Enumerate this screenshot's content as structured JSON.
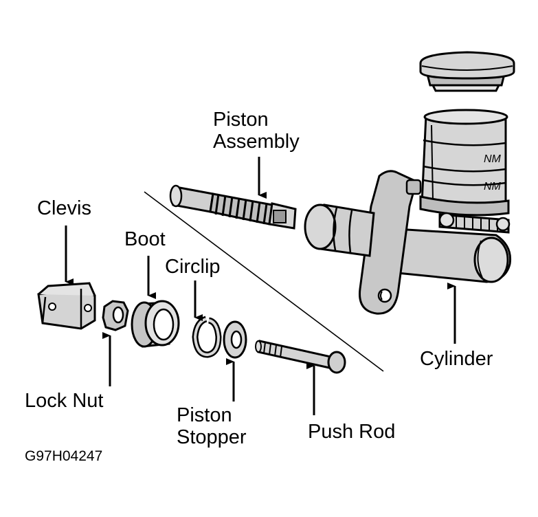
{
  "labels": {
    "piston_assembly": [
      "Piston",
      "Assembly"
    ],
    "clevis": "Clevis",
    "boot": "Boot",
    "circlip": "Circlip",
    "cylinder": "Cylinder",
    "lock_nut": "Lock Nut",
    "piston_stopper": [
      "Piston",
      "Stopper"
    ],
    "push_rod": "Push Rod"
  },
  "figure_code": "G97H04247",
  "reservoir_marking": "NM",
  "colors": {
    "ink": "#000000",
    "part_fill": "#d6d6d6",
    "part_shade": "#a8a8a8",
    "background": "#ffffff"
  }
}
